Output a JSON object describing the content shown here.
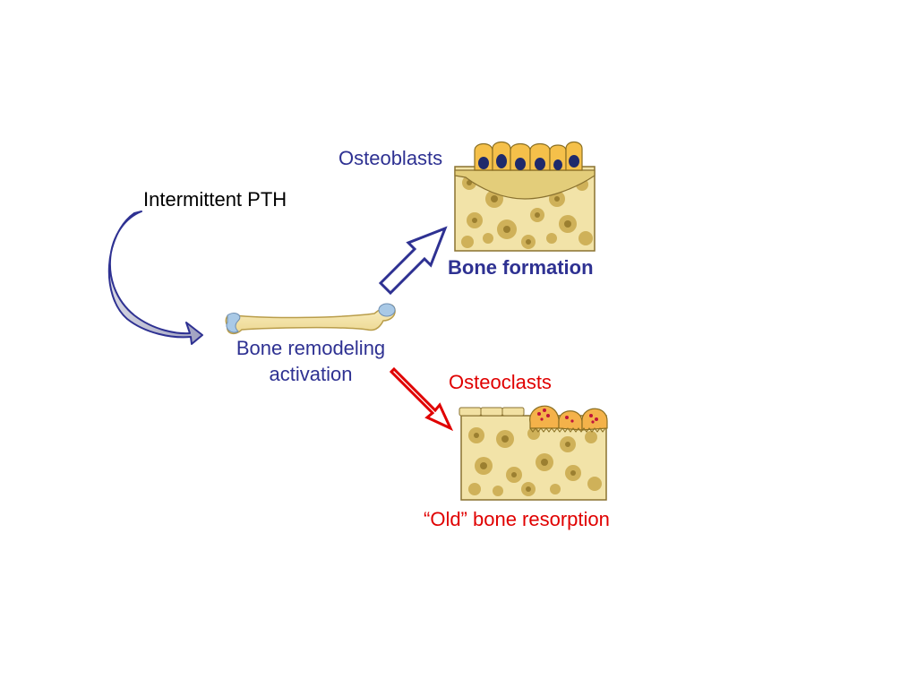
{
  "labels": {
    "pth": "Intermittent PTH",
    "remodeling_line1": "Bone remodeling",
    "remodeling_line2": "activation",
    "osteoblasts": "Osteoblasts",
    "bone_formation": "Bone formation",
    "osteoclasts": "Osteoclasts",
    "resorption": "“Old” bone resorption"
  },
  "colors": {
    "formation": "#2e3192",
    "resorption": "#e00000",
    "text_default": "#000000",
    "bone_fill": "#f8e7a6",
    "bone_tip": "#a9c9e6",
    "cell_fill": "#f5c04a",
    "nucleus": "#1f2a6b",
    "osteoclast_fill": "#f4b24a",
    "osteoclast_granule": "#c0143c",
    "matrix_bg": "#f2e3a8",
    "matrix_spot": "#c9a94c"
  },
  "icons": [
    "curved-arrow",
    "femur-bone",
    "up-arrow",
    "down-arrow",
    "bone-tissue-block",
    "osteoblast-cell",
    "osteoclast-cell"
  ]
}
